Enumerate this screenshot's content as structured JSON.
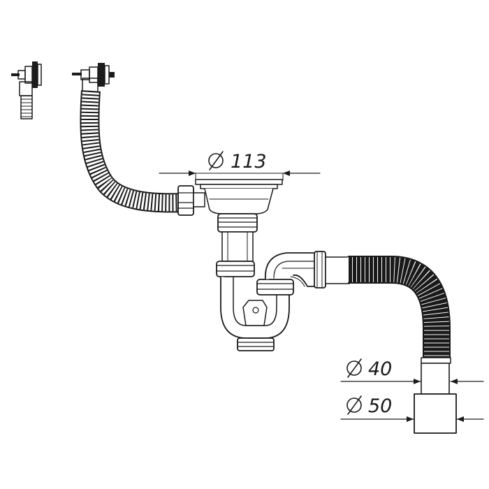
{
  "dimensions": {
    "sink_diameter": "113",
    "outlet_small": "40",
    "outlet_large": "50"
  },
  "colors": {
    "ink": "#1a1a1a",
    "hose": "#1c1c1c",
    "background": "#ffffff"
  }
}
